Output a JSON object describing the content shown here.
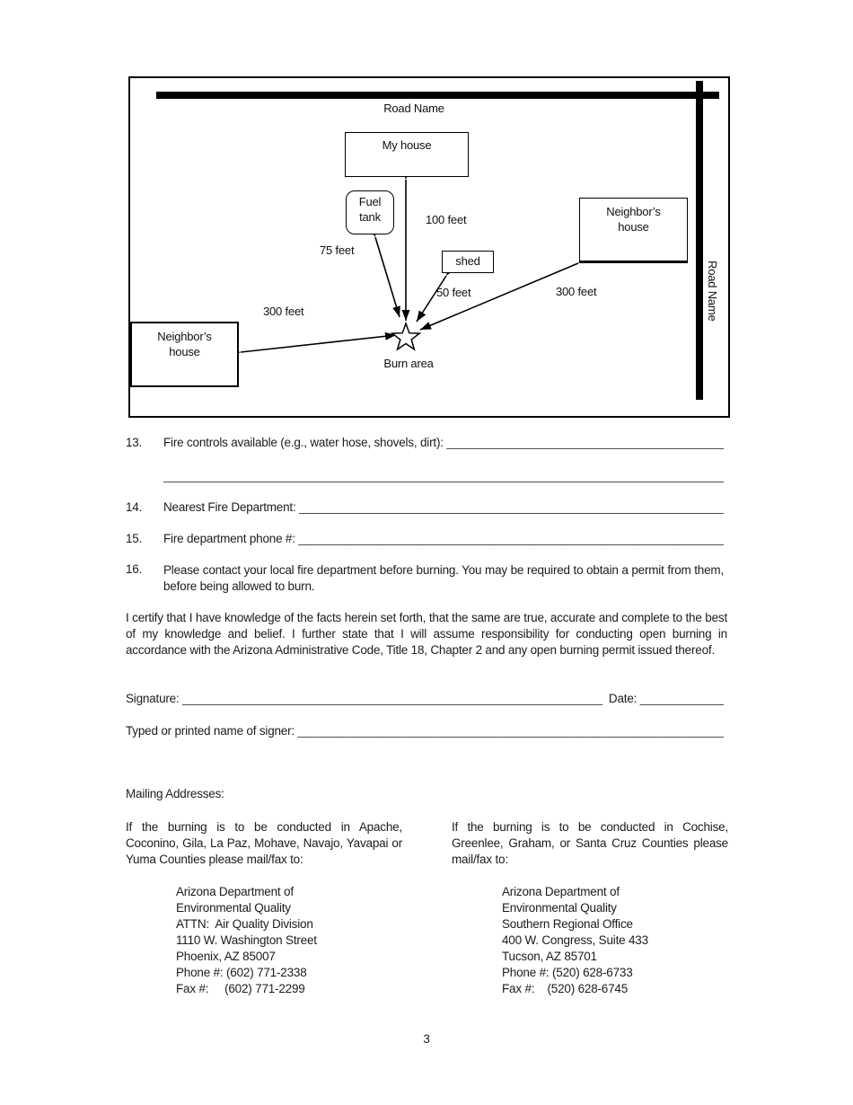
{
  "diagram": {
    "road_top_label": "Road Name",
    "road_right_label": "Road Name",
    "my_house": "My house",
    "fuel_tank_line1": "Fuel",
    "fuel_tank_line2": "tank",
    "shed": "shed",
    "neighbor_right_line1": "Neighbor’s",
    "neighbor_right_line2": "house",
    "neighbor_left_line1": "Neighbor’s",
    "neighbor_left_line2": "house",
    "burn_area": "Burn area",
    "distances": {
      "to_my_house": "100 feet",
      "to_fuel_tank": "75 feet",
      "to_shed": "50 feet",
      "to_neighbor_right": "300 feet",
      "to_neighbor_left": "300 feet"
    }
  },
  "items": [
    {
      "num": "13.",
      "label": "Fire controls available (e.g., water hose, shovels, dirt): ",
      "blank": "__________________________________________________",
      "blank2": "________________________________________________________________________________________"
    },
    {
      "num": "14.",
      "label": "Nearest Fire Department: ",
      "blank": "______________________________________________________________________"
    },
    {
      "num": "15.",
      "label": "Fire department phone #:  ",
      "blank": "______________________________________________________________________"
    },
    {
      "num": "16.",
      "text": "Please contact your local fire department before burning.  You may be required to obtain a permit from them, before being allowed to burn."
    }
  ],
  "certification": "I certify that I have knowledge of the facts herein set forth, that the same are true, accurate and complete to the best of my knowledge and belief.  I further state that I will assume responsibility for conducting open burning in accordance with the Arizona Administrative Code, Title 18, Chapter 2 and any open burning permit issued thereof.",
  "signature": {
    "label": "Signature: ",
    "blank": "________________________________________________________________",
    "date_label": "  Date: ",
    "date_blank": "___________________"
  },
  "typed_name": {
    "label": "Typed or printed name of signer: ",
    "blank": "___________________________________________________________________"
  },
  "mailing": {
    "heading": "Mailing Addresses:",
    "left": {
      "intro": "If the burning is to be conducted in Apache, Coconino, Gila, La Paz, Mohave, Navajo, Yavapai or Yuma Counties please mail/fax to:",
      "address": [
        "Arizona Department of",
        "Environmental Quality",
        "ATTN:  Air Quality Division",
        "1110 W. Washington Street",
        "Phoenix, AZ 85007",
        "Phone #: (602) 771-2338",
        "Fax #:     (602) 771-2299"
      ]
    },
    "right": {
      "intro": "If the burning is to be conducted in Cochise, Greenlee, Graham, or Santa Cruz Counties please mail/fax to:",
      "address": [
        "Arizona Department of",
        "Environmental Quality",
        "Southern Regional Office",
        "400 W. Congress, Suite 433",
        "Tucson, AZ 85701",
        "Phone #: (520) 628-6733",
        "Fax #:    (520) 628-6745"
      ]
    }
  },
  "page": {
    "number": "3"
  },
  "colors": {
    "ink": "#000000",
    "paper": "#ffffff"
  }
}
